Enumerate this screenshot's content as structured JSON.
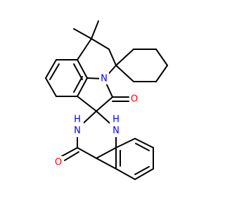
{
  "molecule": {
    "bond_color": "#000000",
    "nitrogen_color": "#0000ff",
    "oxygen_color": "#ff0000",
    "background": "#ffffff",
    "atoms": {
      "n_ring": {
        "text": "N",
        "element": "N"
      },
      "o_lactam": {
        "text": "O",
        "element": "O"
      },
      "nh_left": {
        "text": "H",
        "element": "N",
        "main": "N"
      },
      "nh_right": {
        "text": "H",
        "element": "N",
        "main": "N"
      },
      "o_quin": {
        "text": "O",
        "element": "O"
      }
    },
    "nh_left_text": "H N",
    "nh_right_text": "H N"
  }
}
